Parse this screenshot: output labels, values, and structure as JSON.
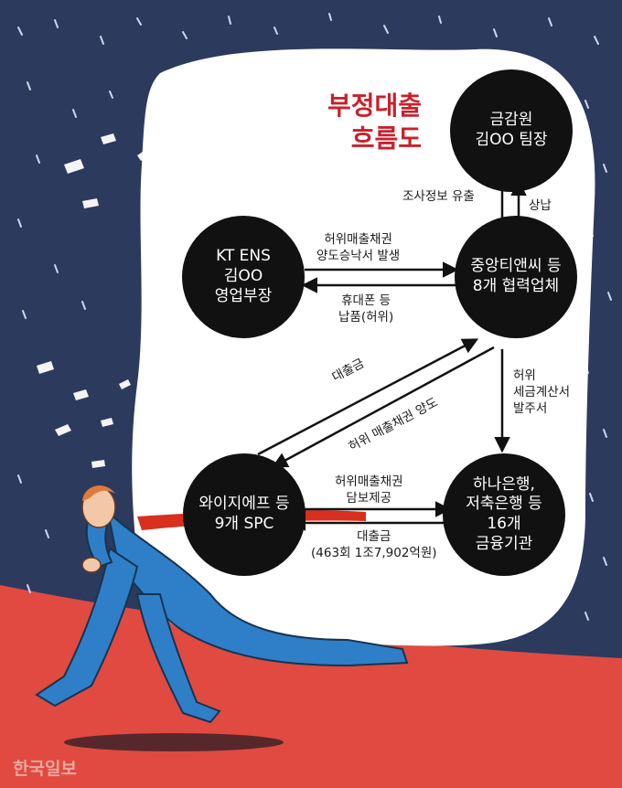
{
  "title": "부정대출\n흐름도",
  "nodes": {
    "fss": "금감원\n김OO 팀장",
    "kt": "KT ENS\n김OO\n영업부장",
    "jungang": "중앙티앤씨 등\n8개 협력업체",
    "spc": "와이지에프 등\n9개 SPC",
    "banks": "하나은행,\n저축은행 등\n16개\n금융기관"
  },
  "edges": {
    "leak": "조사정보 유출",
    "bribe": "상납",
    "kt_to_jungang": "허위매출채권\n양도승낙서 발생",
    "jungang_to_kt": "휴대폰 등\n납품(허위)",
    "loan_to_jungang": "대출금",
    "transfer_to_spc": "허위 매출채권 양도",
    "fake_tax": "허위\n세금계산서\n발주서",
    "collateral": "허위매출채권\n담보제공",
    "loan": "대출금\n(463회 1조7,902억원)"
  },
  "credit": "한국일보",
  "colors": {
    "navy": "#2c3a5e",
    "red": "#e04a40",
    "node": "#111111",
    "title": "#c8212b",
    "suit": "#2f7fc8"
  }
}
